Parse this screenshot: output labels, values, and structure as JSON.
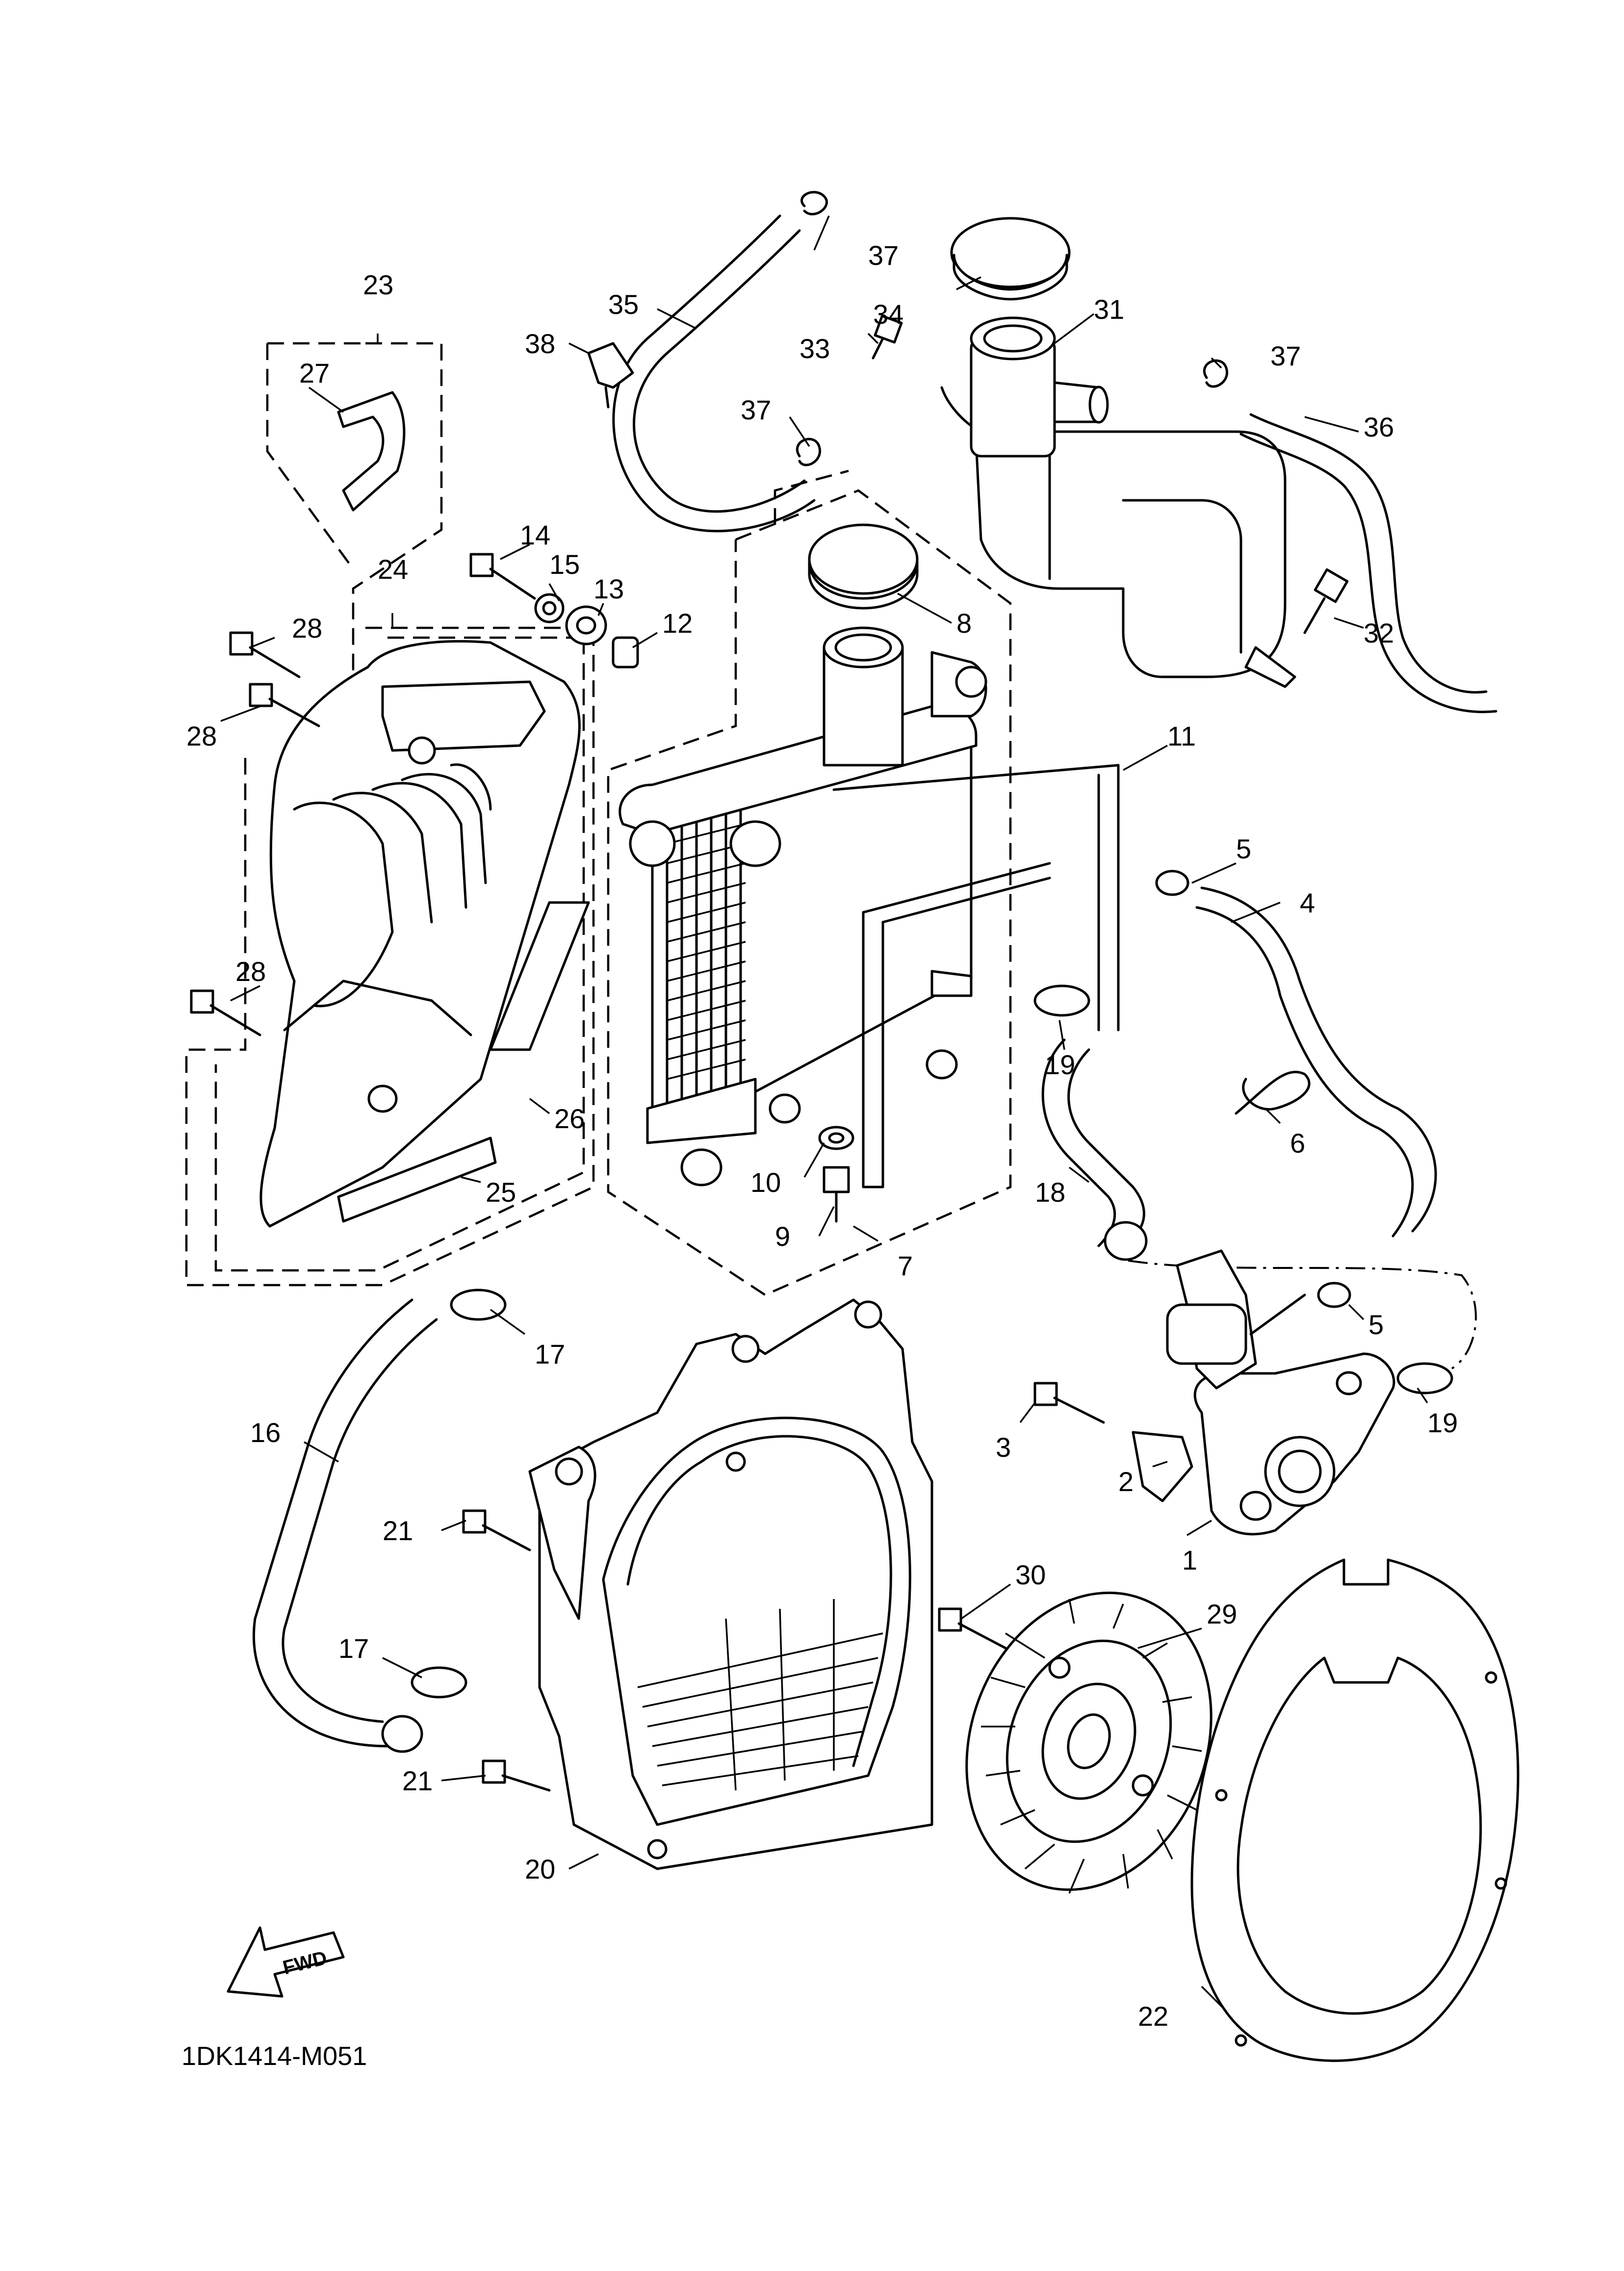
{
  "diagram": {
    "drawing_code": "1DK1414-M051",
    "fwd_label": "FWD",
    "callouts": [
      "1",
      "2",
      "3",
      "4",
      "5",
      "5",
      "6",
      "7",
      "8",
      "9",
      "10",
      "11",
      "12",
      "13",
      "14",
      "15",
      "16",
      "17",
      "17",
      "18",
      "19",
      "19",
      "20",
      "21",
      "21",
      "22",
      "23",
      "24",
      "25",
      "26",
      "27",
      "28",
      "28",
      "28",
      "29",
      "30",
      "31",
      "32",
      "33",
      "34",
      "35",
      "36",
      "37",
      "37",
      "37",
      "38"
    ]
  }
}
